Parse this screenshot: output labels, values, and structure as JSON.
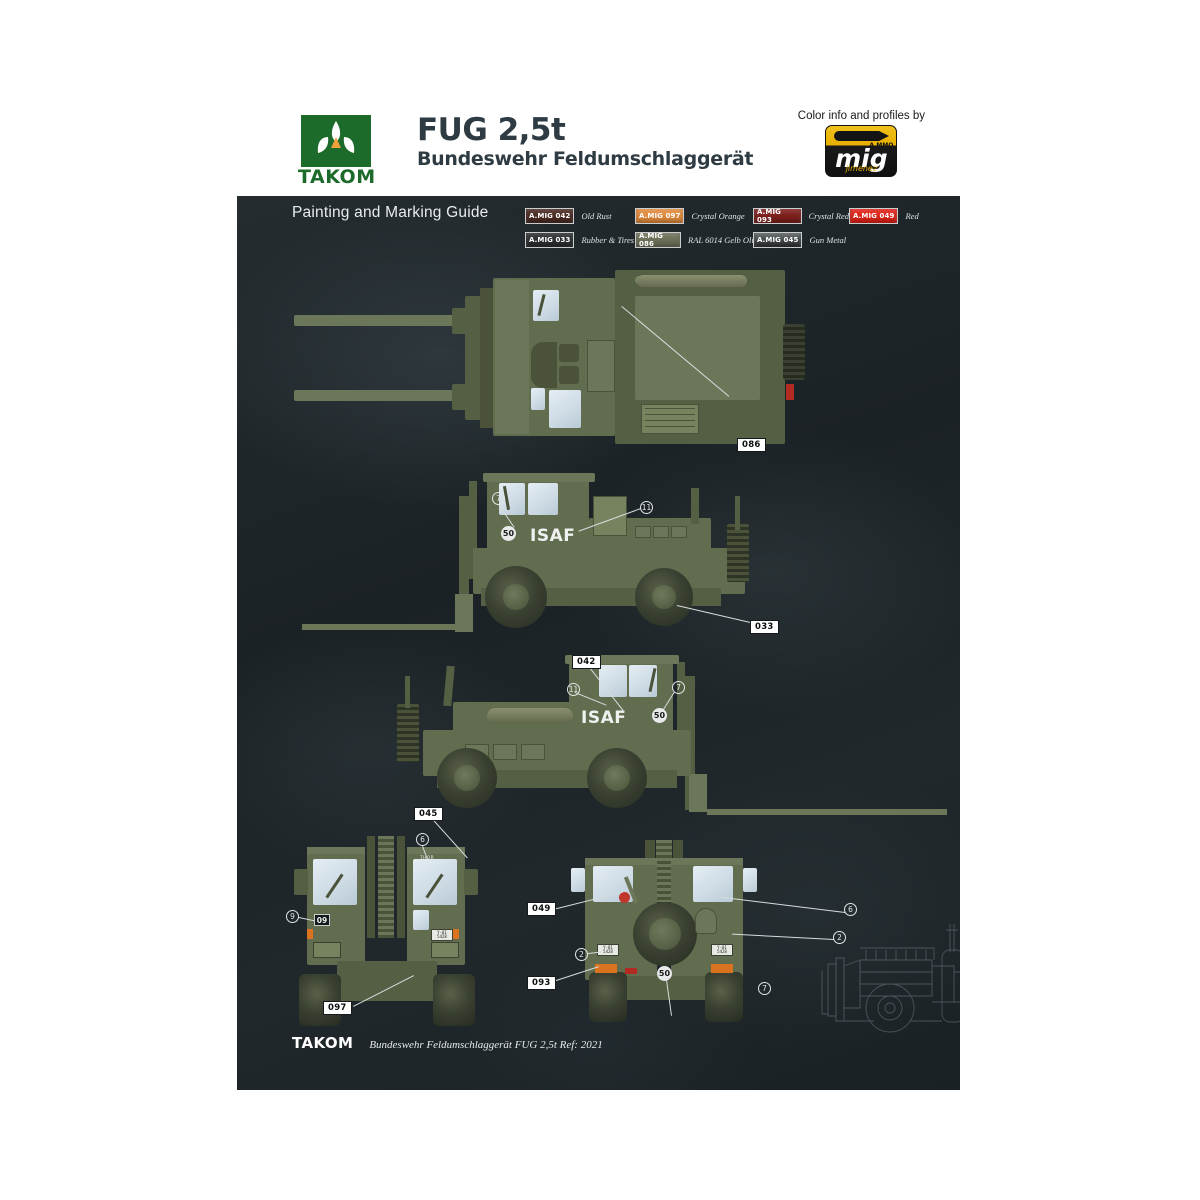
{
  "header": {
    "brand": "TAKOM",
    "title": "FUG 2,5t",
    "subtitle": "Bundeswehr Feldumschlaggerät",
    "partner_caption": "Color info and profiles by",
    "partner_brand": "mig",
    "partner_sub": "jimenez",
    "partner_tag": "A.MMO"
  },
  "panel": {
    "title": "Painting and Marking Guide"
  },
  "legend": {
    "rows": [
      [
        {
          "code": "A.MIG 042",
          "name": "Old Rust",
          "hex": "#4a2b22",
          "text": "#ffffff"
        },
        {
          "code": "A.MIG 097",
          "name": "Crystal Orange",
          "hex": "#e08a3c",
          "text": "#ffffff"
        },
        {
          "code": "A.MIG 093",
          "name": "Crystal Red",
          "hex": "#7d1f1c",
          "text": "#ffffff"
        },
        {
          "code": "A.MIG 049",
          "name": "Red",
          "hex": "#e02218",
          "text": "#ffffff"
        }
      ],
      [
        {
          "code": "A.MIG 033",
          "name": "Rubber & Tires",
          "hex": "#2b2f31",
          "text": "#ffffff"
        },
        {
          "code": "A.MIG 086",
          "name": "RAL 6014 Gelb Oliv",
          "hex": "#6d7058",
          "text": "#ffffff"
        },
        {
          "code": "A.MIG 045",
          "name": "Gun Metal",
          "hex": "#3d4246",
          "text": "#ffffff"
        }
      ]
    ]
  },
  "callouts": {
    "top_view": [
      {
        "label": "086"
      }
    ],
    "side_left": [
      {
        "label": "033"
      },
      {
        "label": "7"
      },
      {
        "label": "11"
      },
      {
        "label": "50"
      }
    ],
    "side_right": [
      {
        "label": "042"
      },
      {
        "label": "7"
      },
      {
        "label": "11"
      },
      {
        "label": "50"
      }
    ],
    "front_view": [
      {
        "label": "045"
      },
      {
        "label": "6"
      },
      {
        "label": "9"
      },
      {
        "label": "09"
      },
      {
        "label": "097"
      }
    ],
    "rear_view": [
      {
        "label": "049"
      },
      {
        "label": "093"
      },
      {
        "label": "6"
      },
      {
        "label": "2"
      },
      {
        "label": "50"
      },
      {
        "label": "7"
      }
    ]
  },
  "markings": {
    "isaf": "ISAF",
    "thor": "THOR",
    "plate_line1": "Y-81",
    "plate_line2": "5428",
    "badge_09": "09",
    "badge_50": "50"
  },
  "footer": {
    "brand": "TAKOM",
    "reference": "Bundeswehr Feldumschlaggerät FUG 2,5t Ref: 2021"
  }
}
